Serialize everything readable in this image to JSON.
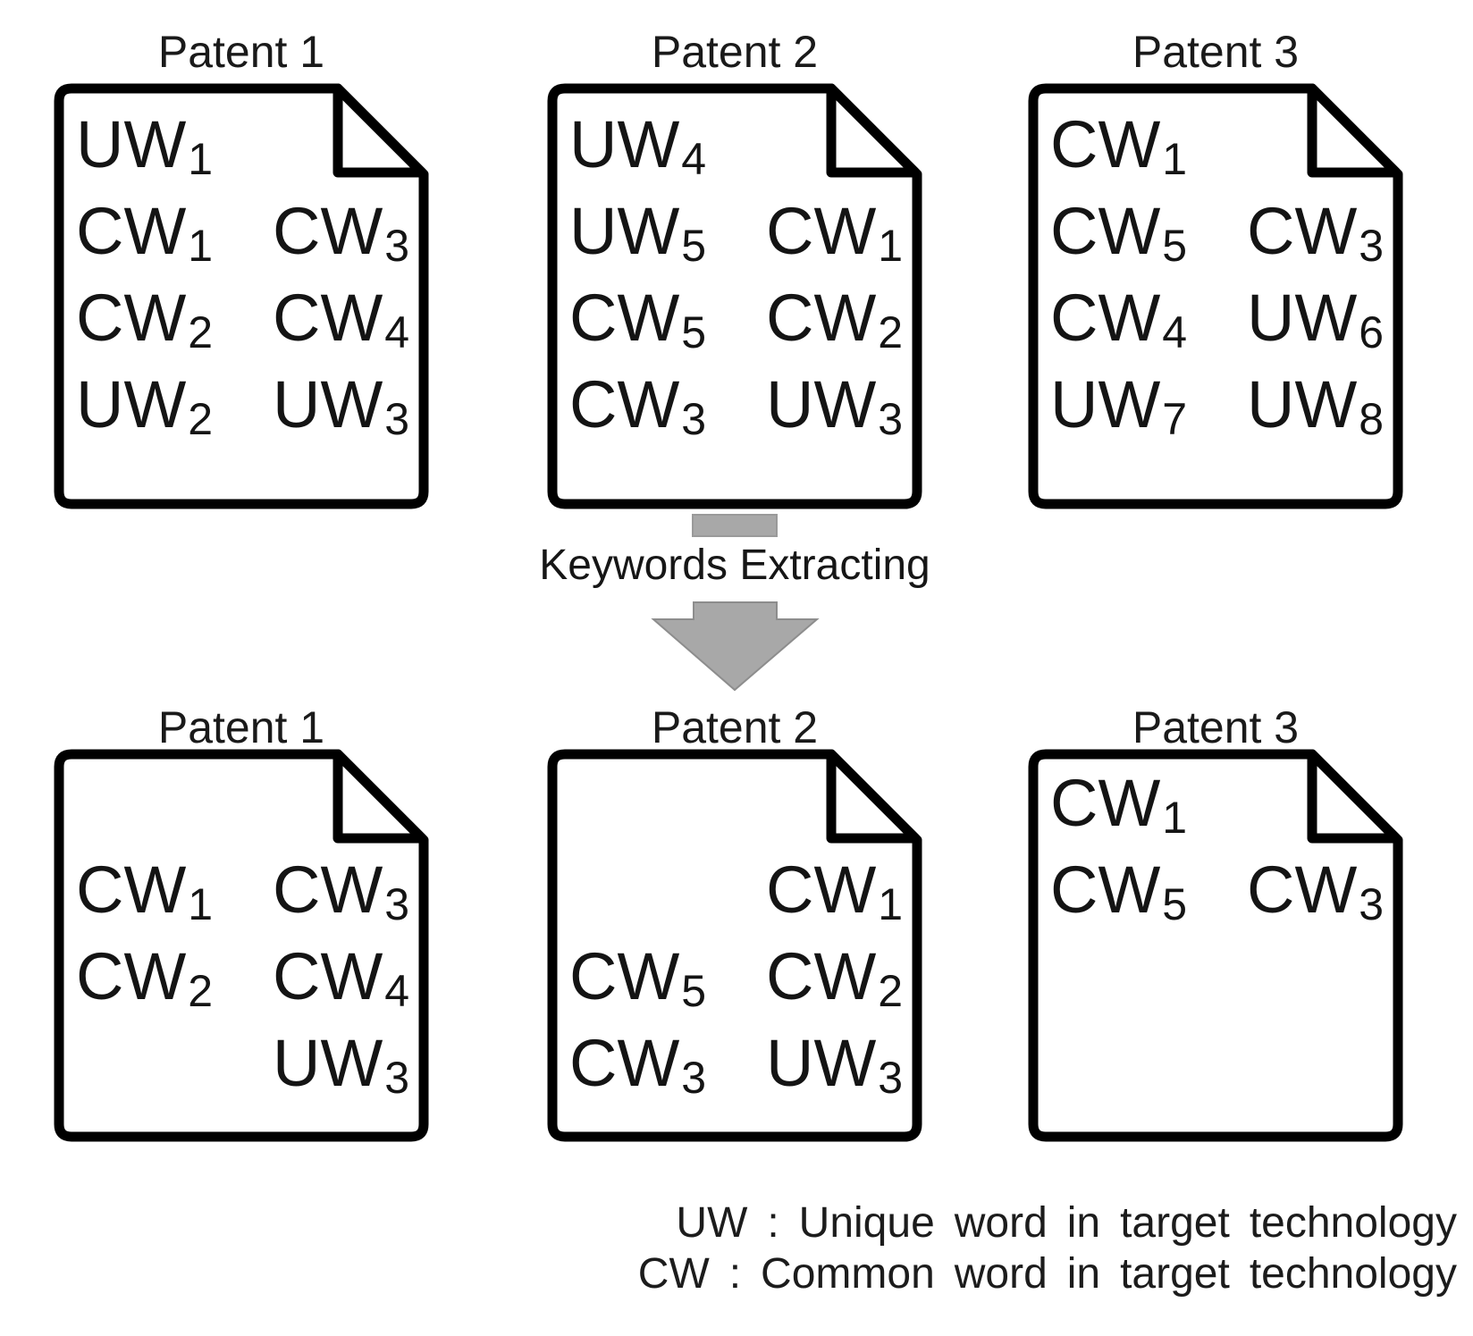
{
  "colors": {
    "ink": "#141414",
    "arrow_fill": "#a8a8a8",
    "arrow_stroke": "#8d8d8d",
    "background": "#ffffff"
  },
  "arrow": {
    "label": "Keywords Extracting"
  },
  "legend": {
    "uw_line": "UW : Unique word in target technology",
    "cw_line": "CW : Common word in target technology"
  },
  "top_row": [
    {
      "title": "Patent 1",
      "cells": [
        [
          {
            "b": "UW",
            "s": "1"
          },
          null
        ],
        [
          {
            "b": "CW",
            "s": "1"
          },
          {
            "b": "CW",
            "s": "3"
          }
        ],
        [
          {
            "b": "CW",
            "s": "2"
          },
          {
            "b": "CW",
            "s": "4"
          }
        ],
        [
          {
            "b": "UW",
            "s": "2"
          },
          {
            "b": "UW",
            "s": "3"
          }
        ]
      ]
    },
    {
      "title": "Patent 2",
      "cells": [
        [
          {
            "b": "UW",
            "s": "4"
          },
          null
        ],
        [
          {
            "b": "UW",
            "s": "5"
          },
          {
            "b": "CW",
            "s": "1"
          }
        ],
        [
          {
            "b": "CW",
            "s": "5"
          },
          {
            "b": "CW",
            "s": "2"
          }
        ],
        [
          {
            "b": "CW",
            "s": "3"
          },
          {
            "b": "UW",
            "s": "3"
          }
        ]
      ]
    },
    {
      "title": "Patent 3",
      "cells": [
        [
          {
            "b": "CW",
            "s": "1"
          },
          null
        ],
        [
          {
            "b": "CW",
            "s": "5"
          },
          {
            "b": "CW",
            "s": "3"
          }
        ],
        [
          {
            "b": "CW",
            "s": "4"
          },
          {
            "b": "UW",
            "s": "6"
          }
        ],
        [
          {
            "b": "UW",
            "s": "7"
          },
          {
            "b": "UW",
            "s": "8"
          }
        ]
      ]
    }
  ],
  "bottom_row": [
    {
      "title": "Patent 1",
      "cells": [
        [
          null,
          null
        ],
        [
          {
            "b": "CW",
            "s": "1"
          },
          {
            "b": "CW",
            "s": "3"
          }
        ],
        [
          {
            "b": "CW",
            "s": "2"
          },
          {
            "b": "CW",
            "s": "4"
          }
        ],
        [
          null,
          {
            "b": "UW",
            "s": "3"
          }
        ]
      ]
    },
    {
      "title": "Patent 2",
      "cells": [
        [
          null,
          null
        ],
        [
          null,
          {
            "b": "CW",
            "s": "1"
          }
        ],
        [
          {
            "b": "CW",
            "s": "5"
          },
          {
            "b": "CW",
            "s": "2"
          }
        ],
        [
          {
            "b": "CW",
            "s": "3"
          },
          {
            "b": "UW",
            "s": "3"
          }
        ]
      ]
    },
    {
      "title": "Patent 3",
      "cells": [
        [
          {
            "b": "CW",
            "s": "1"
          },
          null
        ],
        [
          {
            "b": "CW",
            "s": "5"
          },
          {
            "b": "CW",
            "s": "3"
          }
        ],
        [
          null,
          null
        ],
        [
          null,
          null
        ]
      ]
    }
  ]
}
